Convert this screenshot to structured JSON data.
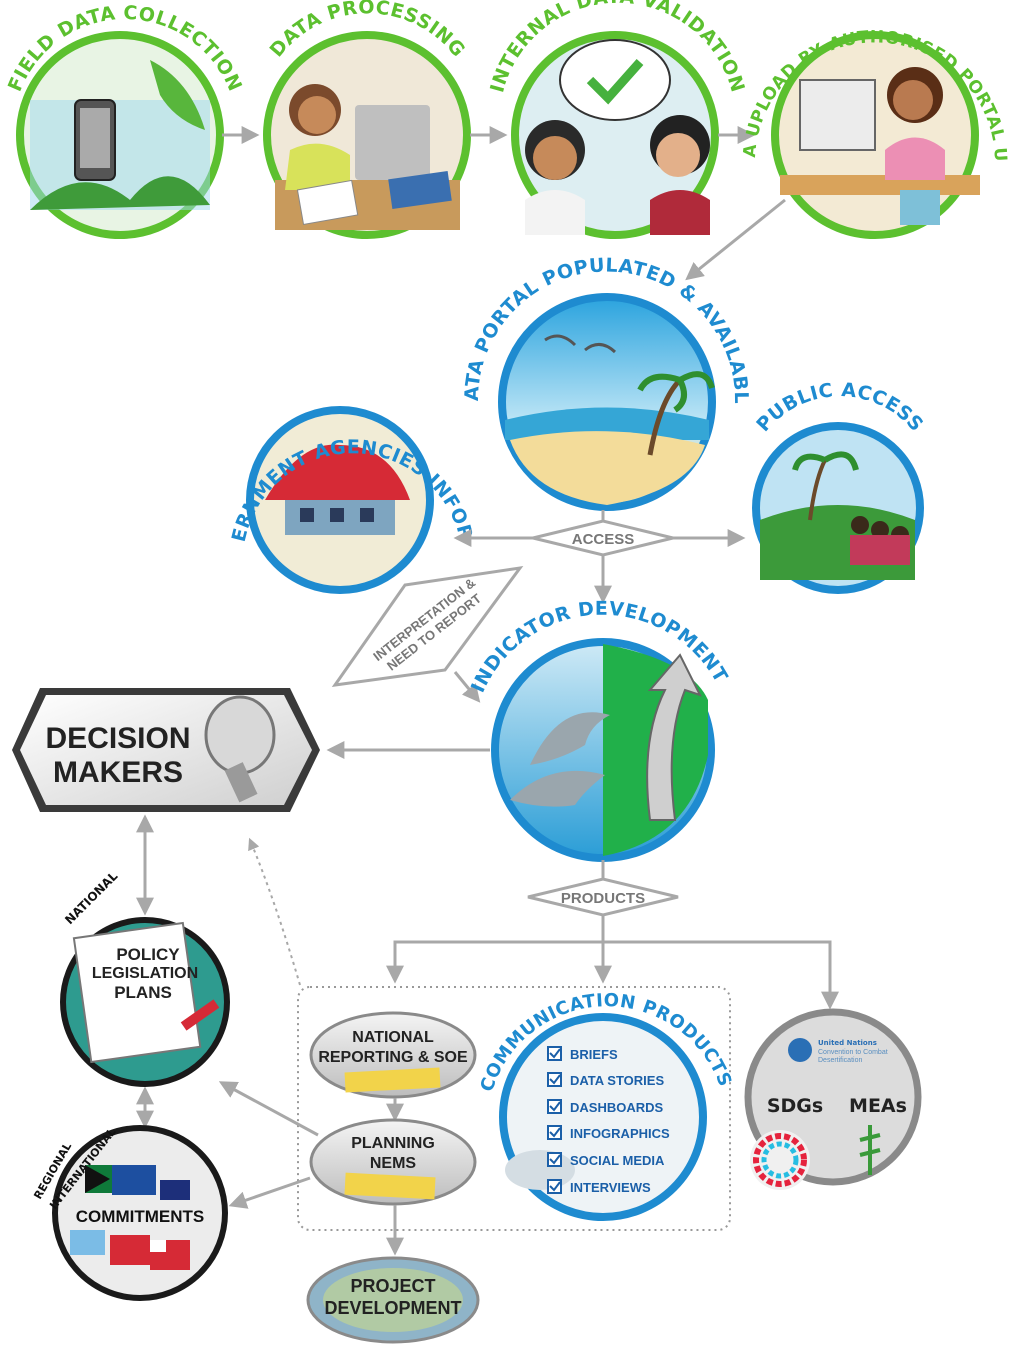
{
  "stages": {
    "field_data_collection": "FIELD DATA COLLECTION",
    "data_processing": "DATA PROCESSING",
    "internal_data_validation": "INTERNAL DATA VALIDATION",
    "data_upload": "DATA UPLOAD BY AUTHORISED PORTAL USER",
    "data_portal": "DATA PORTAL POPULATED & AVAILABLE",
    "government_agencies": "GOVERNMENT AGENCIES INFORMED",
    "public_access": "PUBLIC ACCESS",
    "indicator_development": "INDICATOR DEVELOPMENT"
  },
  "connectors": {
    "access": "ACCESS",
    "interpretation_line1": "INTERPRETATION &",
    "interpretation_line2": "NEED TO REPORT",
    "products": "PRODUCTS"
  },
  "decision_makers": {
    "line1": "DECISION",
    "line2": "MAKERS"
  },
  "national": {
    "tag": "NATIONAL",
    "lines": [
      "POLICY",
      "LEGISLATION",
      "PLANS"
    ]
  },
  "regional": {
    "tag1": "REGIONAL",
    "tag2": "INTERNATIONAL",
    "label": "COMMITMENTS"
  },
  "ovals": {
    "national_reporting_1": "NATIONAL",
    "national_reporting_2": "REPORTING & SOE",
    "planning_1": "PLANNING",
    "planning_2": "NEMS",
    "project_1": "PROJECT",
    "project_2": "DEVELOPMENT"
  },
  "communication": {
    "title": "COMMUNICATION PRODUCTS",
    "items": [
      "BRIEFS",
      "DATA STORIES",
      "DASHBOARDS",
      "INFOGRAPHICS",
      "SOCIAL MEDIA",
      "INTERVIEWS"
    ]
  },
  "global": {
    "un_line1": "United Nations",
    "un_line2": "Convention to Combat",
    "un_line3": "Desertification",
    "sdgs": "SDGs",
    "meas": "MEAs"
  },
  "colors": {
    "green_ring": "#5cc02f",
    "blue_ring": "#1e8bd0",
    "arrow_grey": "#a8a8a8"
  }
}
